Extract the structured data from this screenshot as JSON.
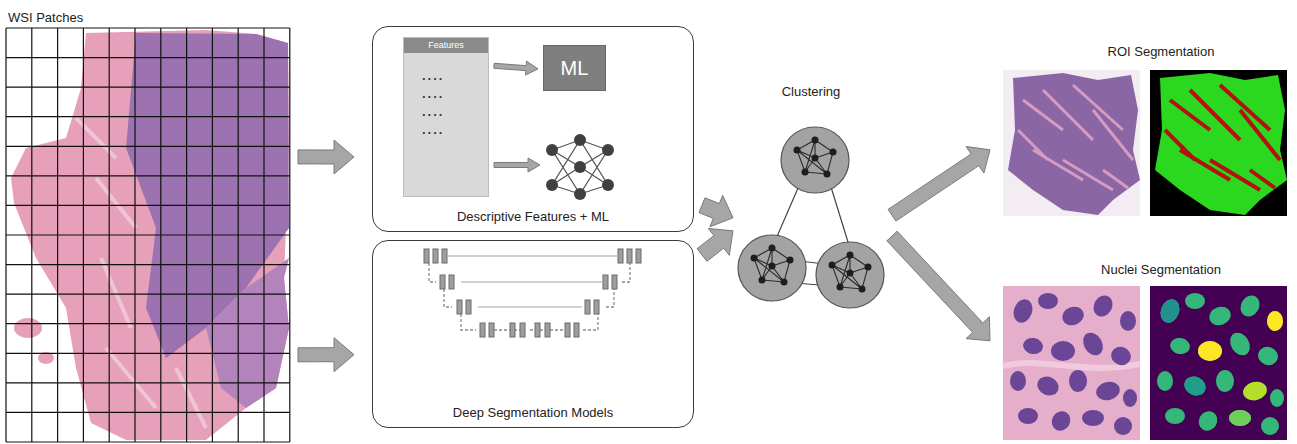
{
  "diagram": {
    "nodes": [
      {
        "text": [
          "WSI Patches"
        ]
      },
      {
        "text": [
          "Descriptive Features + ML"
        ]
      },
      {
        "text": [
          "Features",
          "....",
          "....",
          "....",
          "...."
        ],
        "in": 1
      },
      {
        "text": [
          "ML"
        ],
        "in": 1
      },
      {
        "text": [
          "Deep Segmentation Models"
        ]
      },
      {
        "text": [
          "Clustering"
        ]
      },
      {
        "text": [
          "ROI Segmentation"
        ]
      },
      {
        "text": [
          "Nuclei Segmentation"
        ]
      }
    ],
    "edges": [
      {
        "from": 0,
        "to": 1,
        "arrow": "to"
      },
      {
        "from": 0,
        "to": 4,
        "arrow": "to"
      },
      {
        "from": 2,
        "to": 3,
        "arrow": "to"
      },
      {
        "from": 1,
        "to": 5,
        "arrow": "to"
      },
      {
        "from": 4,
        "to": 5,
        "arrow": "to"
      },
      {
        "from": 5,
        "to": 6,
        "arrow": "to"
      },
      {
        "from": 5,
        "to": 7,
        "arrow": "to"
      }
    ]
  }
}
